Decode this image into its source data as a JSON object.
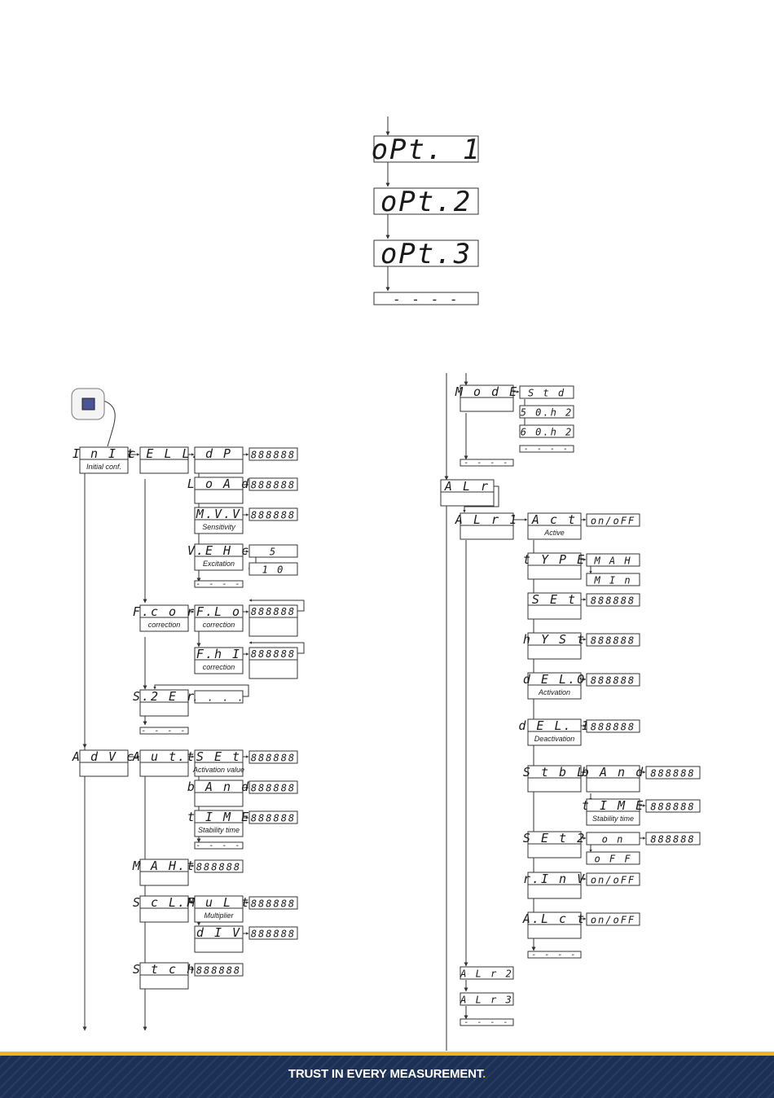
{
  "top_chain": [
    "oPt. 1",
    "oPt.2",
    "oPt.3",
    "- - - -"
  ],
  "key_button": {
    "label": ""
  },
  "left_tree": {
    "init": {
      "code": "I n I  t",
      "caption": "Initial conf."
    },
    "cell": {
      "code": "c E L L."
    },
    "dp": {
      "code": "d P",
      "value": "888888"
    },
    "load": {
      "code": "L o A d",
      "value": "888888"
    },
    "mvv": {
      "code": "M.V.V",
      "caption": "Sensitivity",
      "value": "888888"
    },
    "vexc": {
      "code": "V.E H c",
      "caption": "Excitation",
      "values": [
        "5",
        "1 0"
      ]
    },
    "cell_end": "- - - -",
    "fcor": {
      "code": "F.c o r",
      "caption": "correction"
    },
    "flo": {
      "code": "F.L o",
      "caption": "correction",
      "value": "888888"
    },
    "fhi": {
      "code": "F.h I",
      "caption": "correction",
      "value": "888888"
    },
    "szer": {
      "code": "S.2 E r",
      "value": ". . . ."
    },
    "init_end": "- - - -",
    "advc": {
      "code": "A d V c"
    },
    "autt": {
      "code": "A u t.t"
    },
    "set": {
      "code": "S E t",
      "caption": "Activation value",
      "value": "888888"
    },
    "band": {
      "code": "b A n d",
      "value": "888888"
    },
    "time": {
      "code": "t I M E",
      "caption": "Stability time",
      "value": "888888"
    },
    "autt_end": "- - - -",
    "maht": {
      "code": "M A H.t",
      "value": "888888"
    },
    "sclf": {
      "code": "S c L.F"
    },
    "mult": {
      "code": "M u L t",
      "caption": "Multiplier",
      "value": "888888"
    },
    "div": {
      "code": "d I  V",
      "value": "888888"
    },
    "stch": {
      "code": "S t c h",
      "value": "888888"
    }
  },
  "right_tree": {
    "mode": {
      "code": "M o d E",
      "options": [
        "S t d",
        "5 0.h 2",
        "6 0.h 2"
      ],
      "options_end": "- - - -"
    },
    "mode_end": "- - - -",
    "alr": {
      "code": "A L r"
    },
    "alr1": {
      "code": "A L r  1"
    },
    "act": {
      "code": "A c t",
      "caption": "Active",
      "value": "on/oFF"
    },
    "type": {
      "code": "t Y P E",
      "values": [
        "M A H",
        "M I  n"
      ]
    },
    "set": {
      "code": "S E t",
      "value": "888888"
    },
    "hyst": {
      "code": "h Y S t",
      "value": "888888"
    },
    "del0": {
      "code": "d E L.0",
      "caption": "Activation",
      "value": "888888"
    },
    "del1": {
      "code": "d E L. 1",
      "caption": "Deactivation",
      "value": "888888"
    },
    "stbl": {
      "code": "S t b L",
      "children": [
        {
          "code": "b A n d",
          "caption": "",
          "value": "888888"
        },
        {
          "code": "t I M E",
          "caption": "Stability time",
          "value": "888888"
        }
      ]
    },
    "set2": {
      "code": "S E t 2",
      "values": [
        "o n",
        "o F F"
      ],
      "value": "888888"
    },
    "rinv": {
      "code": "r.I n V",
      "value": "on/oFF"
    },
    "alct": {
      "code": "A.L c t",
      "value": "on/oFF"
    },
    "alr1_end": "- - - -",
    "alr2": {
      "code": "A L r 2"
    },
    "alr3": {
      "code": "A L r 3"
    },
    "alr_end": "- - - -"
  },
  "footer": {
    "text": "TRUST IN EVERY MEASUREMENT",
    "dot": "."
  },
  "colors": {
    "line": "#333333",
    "key_blue": "#4a5496",
    "footer_bg": "#1c2f55",
    "footer_accent": "#f0b323"
  }
}
